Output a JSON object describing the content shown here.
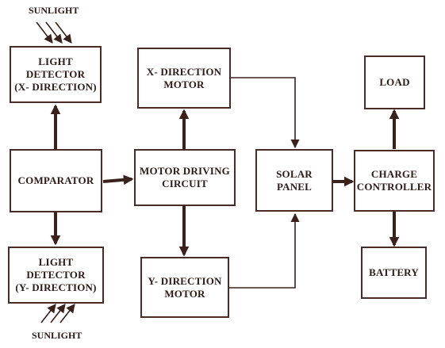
{
  "colors": {
    "stroke": "#4a2c26",
    "text": "#2e1a16",
    "background": "#ffffff"
  },
  "labels": {
    "sunlight_top": "SUNLIGHT",
    "sunlight_bottom": "SUNLIGHT"
  },
  "blocks": {
    "light_detector_x": [
      "LIGHT",
      "DETECTOR",
      "(X- DIRECTION)"
    ],
    "comparator": [
      "COMPARATOR"
    ],
    "light_detector_y": [
      "LIGHT",
      "DETECTOR",
      "(Y- DIRECTION)"
    ],
    "x_direction_motor": [
      "X- DIRECTION",
      "MOTOR"
    ],
    "motor_driving_circuit": [
      "MOTOR DRIVING",
      "CIRCUIT"
    ],
    "y_direction_motor": [
      "Y- DIRECTION",
      "MOTOR"
    ],
    "solar_panel": [
      "SOLAR",
      "PANEL"
    ],
    "load": [
      "LOAD"
    ],
    "charge_controller": [
      "CHARGE",
      "CONTROLLER"
    ],
    "battery": [
      "BATTERY"
    ]
  }
}
